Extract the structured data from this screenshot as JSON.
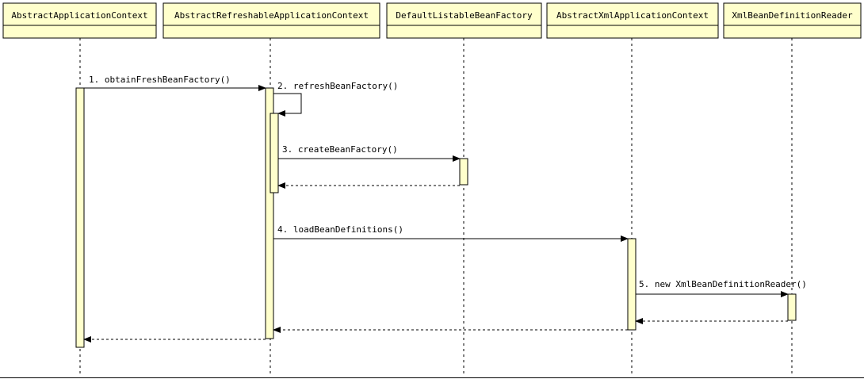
{
  "lifelines": [
    "AbstractApplicationContext",
    "AbstractRefreshableApplicationContext",
    "DefaultListableBeanFactory",
    "AbstractXmlApplicationContext",
    "XmlBeanDefinitionReader"
  ],
  "messages": [
    "1. obtainFreshBeanFactory()",
    "2. refreshBeanFactory()",
    "3. createBeanFactory()",
    "4. loadBeanDefinitions()",
    "5. new XmlBeanDefinitionReader()"
  ],
  "colors": {
    "box_fill": "#ffffcc",
    "stroke": "#000000",
    "background": "#ffffff"
  }
}
